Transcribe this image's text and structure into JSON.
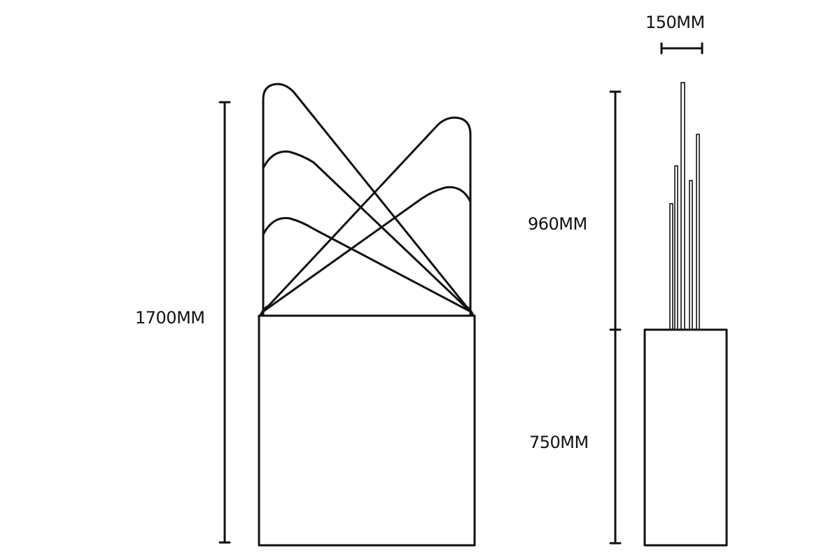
{
  "dimensions": {
    "total_height": "1700MM",
    "upper_height": "960MM",
    "lower_height": "750MM",
    "depth": "150MM"
  },
  "colors": {
    "line": "#111111",
    "background": "#ffffff"
  }
}
